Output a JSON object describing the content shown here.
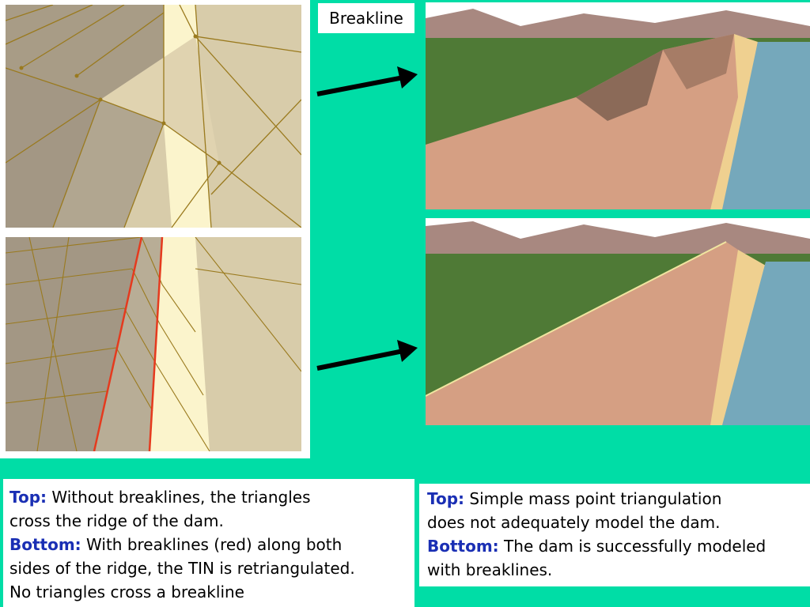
{
  "breakline_label": "Breakline",
  "caption_left": {
    "top_keyword": "Top:",
    "top_text_1": " Without breaklines, the triangles",
    "top_text_2": "cross the ridge of the dam.",
    "bottom_keyword": "Bottom:",
    "bottom_text_1": " With breaklines (red) along both",
    "bottom_text_2": "sides of the ridge, the TIN is retriangulated.",
    "bottom_text_3": "No triangles cross a breakline"
  },
  "caption_right": {
    "top_keyword": "Top:",
    "top_text_1": " Simple mass point triangulation",
    "top_text_2": "does not adequately model the dam.",
    "bottom_keyword": "Bottom:",
    "bottom_text_1": " The dam is successfully modeled",
    "bottom_text_2": "with breaklines."
  },
  "colors": {
    "background": "#00dda6",
    "keyword": "#1a2fb4",
    "breakline": "#e53a1e",
    "tin_edge": "#9a7a1e"
  }
}
